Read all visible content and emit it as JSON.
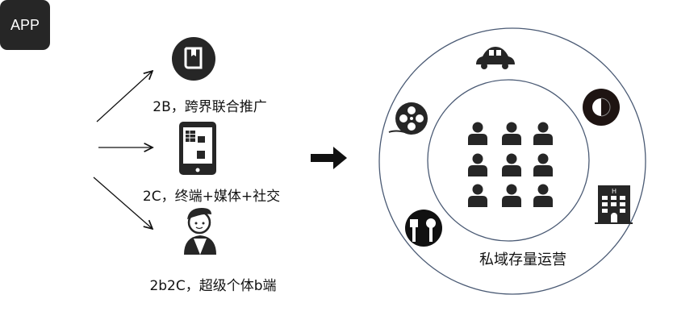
{
  "app_label": "APP",
  "branches": [
    {
      "label": "2B，跨界联合推广",
      "icon": "book-icon"
    },
    {
      "label": "2C，终端+媒体+社交",
      "icon": "tablet-icon"
    },
    {
      "label": "2b2C，超级个体b端",
      "icon": "person-beret-icon"
    }
  ],
  "center_label": "私域存量运营",
  "outer_icons": [
    "car-icon",
    "film-reel-icon",
    "coffee-icon",
    "hotel-icon",
    "restaurant-icon"
  ],
  "colors": {
    "icon": "#262626",
    "circle": "#4a5a74"
  }
}
